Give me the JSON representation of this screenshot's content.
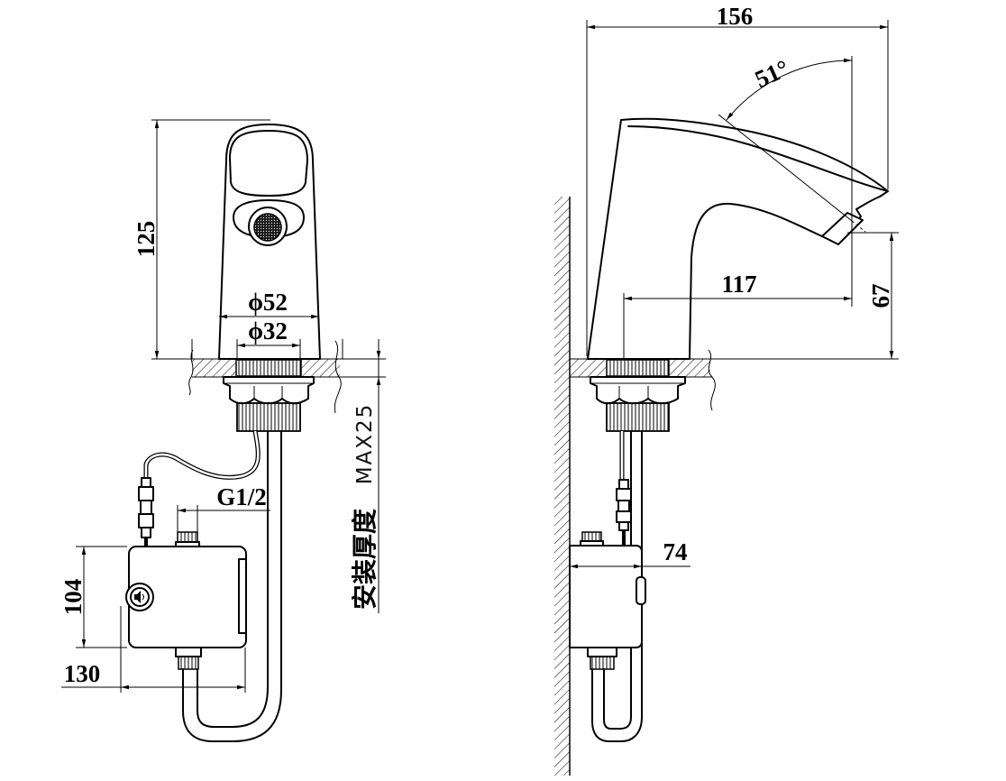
{
  "front_view": {
    "dims": {
      "height": "125",
      "outer_diameter": "ϕ52",
      "inner_diameter": "ϕ32",
      "max_thickness": "MAX25",
      "thickness_label": "安装厚度",
      "thread": "G1/2",
      "box_height": "104",
      "box_width": "130"
    }
  },
  "side_view": {
    "dims": {
      "total_length": "156",
      "angle": "51°",
      "reach": "117",
      "spout_height": "67",
      "box_depth": "74"
    }
  }
}
